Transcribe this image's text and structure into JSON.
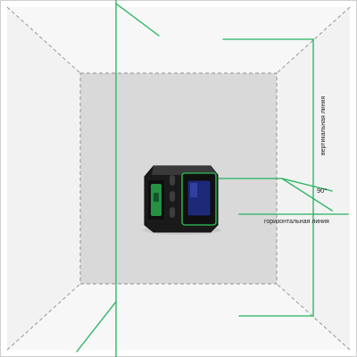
{
  "labels": {
    "vertical_line": "вертикальная линия",
    "horizontal_line": "горизонтальная линия",
    "angle": "90°"
  },
  "colors": {
    "laser": "#22b35e",
    "back_wall": "#d9d9d9",
    "side_walls": "#f2f2f2",
    "room_edges": "#8c8c8c",
    "device_body": "#1a1a1a",
    "device_accent": "#2aa84a",
    "device_lens": "#1e2a78"
  },
  "icons": {
    "device": "cross-line-laser-level-icon"
  }
}
